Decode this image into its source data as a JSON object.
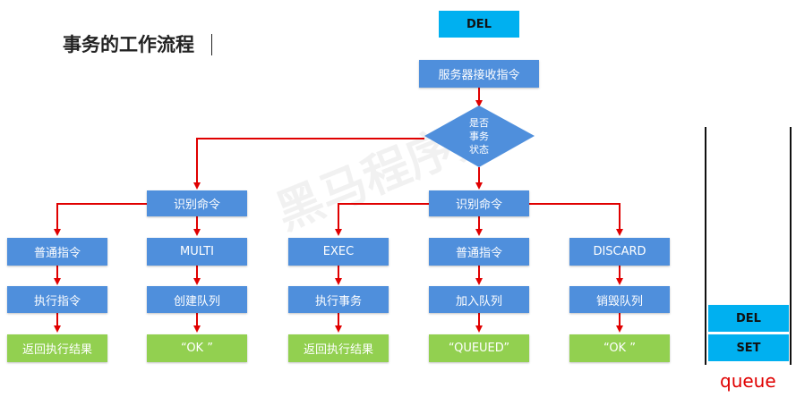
{
  "title": "事务的工作流程",
  "top_command": "DEL",
  "server_receive": "服务器接收指令",
  "decision": [
    "是否",
    "事务",
    "状态"
  ],
  "identify_left": "识别命令",
  "identify_right": "识别命令",
  "col1": {
    "cmd": "普通指令",
    "action": "执行指令",
    "result": "返回执行结果"
  },
  "col2": {
    "cmd": "MULTI",
    "action": "创建队列",
    "result": "“OK ”"
  },
  "col3": {
    "cmd": "EXEC",
    "action": "执行事务",
    "result": "返回执行结果"
  },
  "col4": {
    "cmd": "普通指令",
    "action": "加入队列",
    "result": "“QUEUED”"
  },
  "col5": {
    "cmd": "DISCARD",
    "action": "销毁队列",
    "result": "“OK ”"
  },
  "queue": {
    "items": [
      "DEL",
      "SET"
    ],
    "label": "queue"
  },
  "colors": {
    "process": "#4f8fdc",
    "result": "#92d050",
    "command": "#00b0f0",
    "arrow": "#e00000"
  }
}
